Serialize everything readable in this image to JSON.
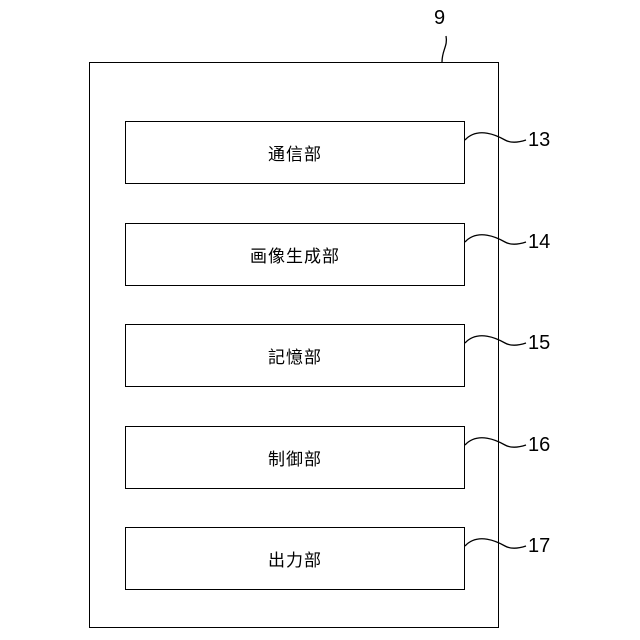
{
  "diagram": {
    "outer_ref": "9",
    "blocks": [
      {
        "label": "通信部",
        "ref": "13"
      },
      {
        "label": "画像生成部",
        "ref": "14"
      },
      {
        "label": "記憶部",
        "ref": "15"
      },
      {
        "label": "制御部",
        "ref": "16"
      },
      {
        "label": "出力部",
        "ref": "17"
      }
    ]
  }
}
